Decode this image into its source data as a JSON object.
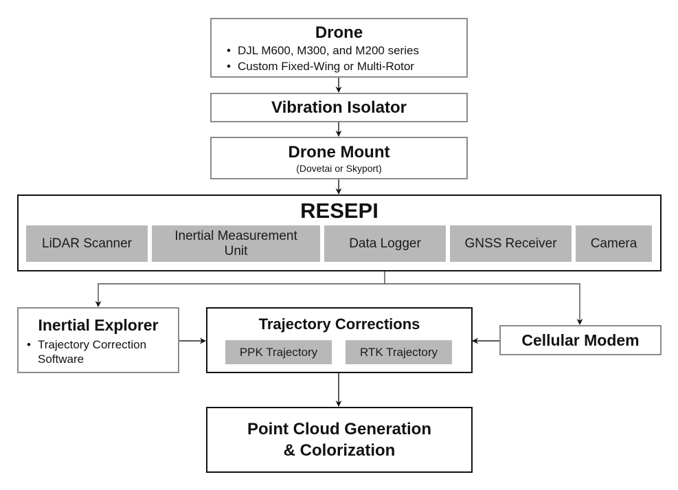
{
  "diagram": {
    "nodes": {
      "drone": {
        "title": "Drone",
        "bullets": [
          "DJL M600, M300, and M200 series",
          "Custom Fixed-Wing or Multi-Rotor"
        ]
      },
      "vibration_isolator": {
        "title": "Vibration Isolator"
      },
      "drone_mount": {
        "title": "Drone Mount",
        "subtitle": "(Dovetai or Skyport)"
      },
      "resepi": {
        "title": "RESEPI",
        "components": [
          "LiDAR Scanner",
          "Inertial Measurement Unit",
          "Data Logger",
          "GNSS Receiver",
          "Camera"
        ]
      },
      "inertial_explorer": {
        "title": "Inertial Explorer",
        "bullets": [
          "Trajectory Correction Software"
        ]
      },
      "trajectory_corrections": {
        "title": "Trajectory Corrections",
        "components": [
          "PPK Trajectory",
          "RTK Trajectory"
        ]
      },
      "cellular_modem": {
        "title": "Cellular Modem"
      },
      "point_cloud": {
        "title_line1": "Point Cloud Generation",
        "title_line2": "& Colorization"
      }
    },
    "edges": [
      {
        "from": "Drone",
        "to": "Vibration Isolator"
      },
      {
        "from": "Vibration Isolator",
        "to": "Drone Mount"
      },
      {
        "from": "Drone Mount",
        "to": "RESEPI"
      },
      {
        "from": "Data Logger",
        "to": "Inertial Explorer"
      },
      {
        "from": "Data Logger",
        "to": "Cellular Modem"
      },
      {
        "from": "Inertial Explorer",
        "to": "Trajectory Corrections"
      },
      {
        "from": "Cellular Modem",
        "to": "Trajectory Corrections"
      },
      {
        "from": "Trajectory Corrections",
        "to": "Point Cloud Generation & Colorization"
      }
    ],
    "colors": {
      "component_fill": "#b8b8b8",
      "thin_border": "#8a8a8a",
      "thick_border": "#111111"
    }
  }
}
